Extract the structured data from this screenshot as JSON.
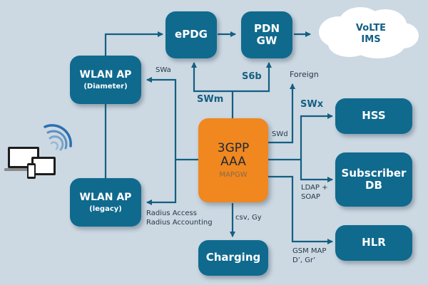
{
  "diagram": {
    "nodes": {
      "epdg": {
        "label": "ePDG"
      },
      "pdn_gw": {
        "line1": "PDN",
        "line2": "GW"
      },
      "volte_ims": {
        "line1": "VoLTE",
        "line2": "IMS"
      },
      "wlan_ap_diameter": {
        "line1": "WLAN AP",
        "line2": "(Diameter)"
      },
      "wlan_ap_legacy": {
        "line1": "WLAN AP",
        "line2": "(legacy)"
      },
      "aaa": {
        "line1": "3GPP",
        "line2": "AAA",
        "line3": "MAPGW"
      },
      "hss": {
        "label": "HSS"
      },
      "subscriber_db": {
        "line1": "Subscriber",
        "line2": "DB"
      },
      "hlr": {
        "label": "HLR"
      },
      "charging": {
        "label": "Charging"
      }
    },
    "interfaces": {
      "swa": "SWa",
      "swm": "SWm",
      "s6b": "S6b",
      "foreign": "Foreign",
      "swd": "SWd",
      "swx": "SWx",
      "ldap_soap_1": "LDAP +",
      "ldap_soap_2": "SOAP",
      "gsm_map_1": "GSM MAP",
      "gsm_map_2": "D’, Gr’",
      "radius_1": "Radius Access",
      "radius_2": "Radius Accounting",
      "csv_gy": "csv, Gy"
    },
    "colors": {
      "background": "#ccd8e2",
      "node": "#0f6a8e",
      "aaa": "#f0871f",
      "line": "#135f82",
      "cloud": "#ffffff"
    },
    "icons": [
      "wifi-signal-icon",
      "laptop-icon",
      "tablet-icon",
      "phone-icon"
    ]
  }
}
